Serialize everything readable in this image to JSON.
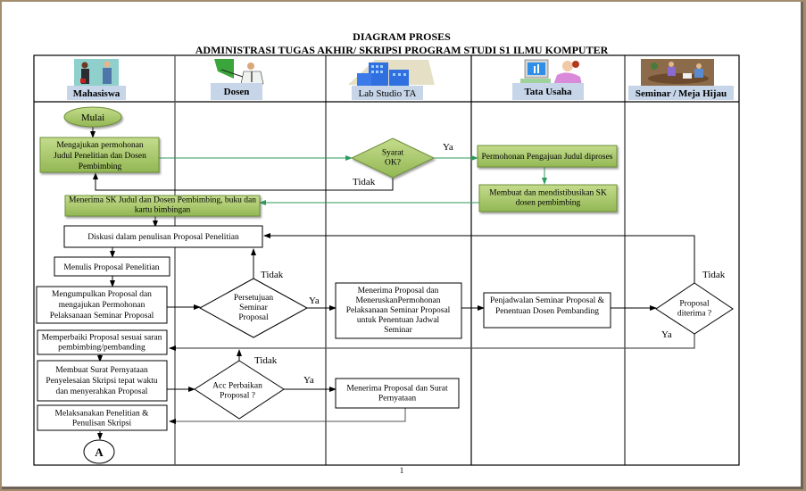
{
  "title": {
    "line1": "DIAGRAM PROSES",
    "line2": "ADMINISTRASI  TUGAS AKHIR/  SKRIPSI  PROGRAM  STUDI  S1 ILMU KOMPUTER"
  },
  "lanes": [
    {
      "label": "Mahasiswa",
      "icon": "handshake-people-icon"
    },
    {
      "label": "Dosen",
      "icon": "lecturer-pointing-board-icon"
    },
    {
      "label": "Lab Studio TA",
      "icon": "office-building-icon"
    },
    {
      "label": "Tata Usaha",
      "icon": "woman-at-computer-icon"
    },
    {
      "label": "Seminar / Meja Hijau",
      "icon": "meeting-table-icon"
    }
  ],
  "nodes": {
    "start": "Mulai",
    "n1": [
      "Mengajukan permohonan",
      "Judul Penelitian dan Dosen",
      "Pembimbing"
    ],
    "d1": [
      "Syarat",
      "OK?"
    ],
    "n2": [
      "Permohonan Pengajuan Judul diproses"
    ],
    "n3": [
      "Membuat dan mendistibusikan SK",
      "dosen pembimbing"
    ],
    "n4": [
      "Menerima SK Judul dan Dosen Pembimbing, buku dan",
      "kartu bimbingan"
    ],
    "n5": [
      "Diskusi dalam penulisan Proposal Penelitian"
    ],
    "n6": [
      "Menulis Proposal Penelitian"
    ],
    "n7": [
      "Mengumpulkan  Proposal dan",
      "mengajukan Permohonan",
      "Pelaksanaan Seminar Proposal"
    ],
    "d2": [
      "Persetujuan",
      "Seminar",
      "Proposal"
    ],
    "n8": [
      "Menerima Proposal dan",
      "MeneruskanPermohonan",
      "Pelaksanaan Seminar Proposal",
      "untuk Penentuan Jadwal",
      "Seminar"
    ],
    "n9": [
      "Penjadwalan Seminar Proposal &",
      "Penentuan Dosen Pembanding"
    ],
    "d3": [
      "Proposal",
      "diterima ?"
    ],
    "n10": [
      "Memperbaiki Proposal sesuai saran",
      "pembimbing/pembanding"
    ],
    "n11": [
      "Membuat Surat Pernyataan",
      "Penyelesaian Skripsi tepat waktu",
      "dan menyerahkan Proposal"
    ],
    "d4": [
      "Acc  Perbaikan",
      "Proposal ?"
    ],
    "n12": [
      "Menerima Proposal dan  Surat",
      "Pernyataan"
    ],
    "n13": [
      "Melaksanakan Penelitian &",
      "Penulisan Skripsi"
    ],
    "connector": "A"
  },
  "labels": {
    "yes": "Ya",
    "no": "Tidak"
  },
  "page_number": "1",
  "colors": {
    "green_fill": "#a8c76a",
    "green_stroke": "#6e8f3a",
    "green_line": "#2e9a5e",
    "lane_label_bg": "#c6d5e8",
    "frame": "#a28e6e"
  }
}
